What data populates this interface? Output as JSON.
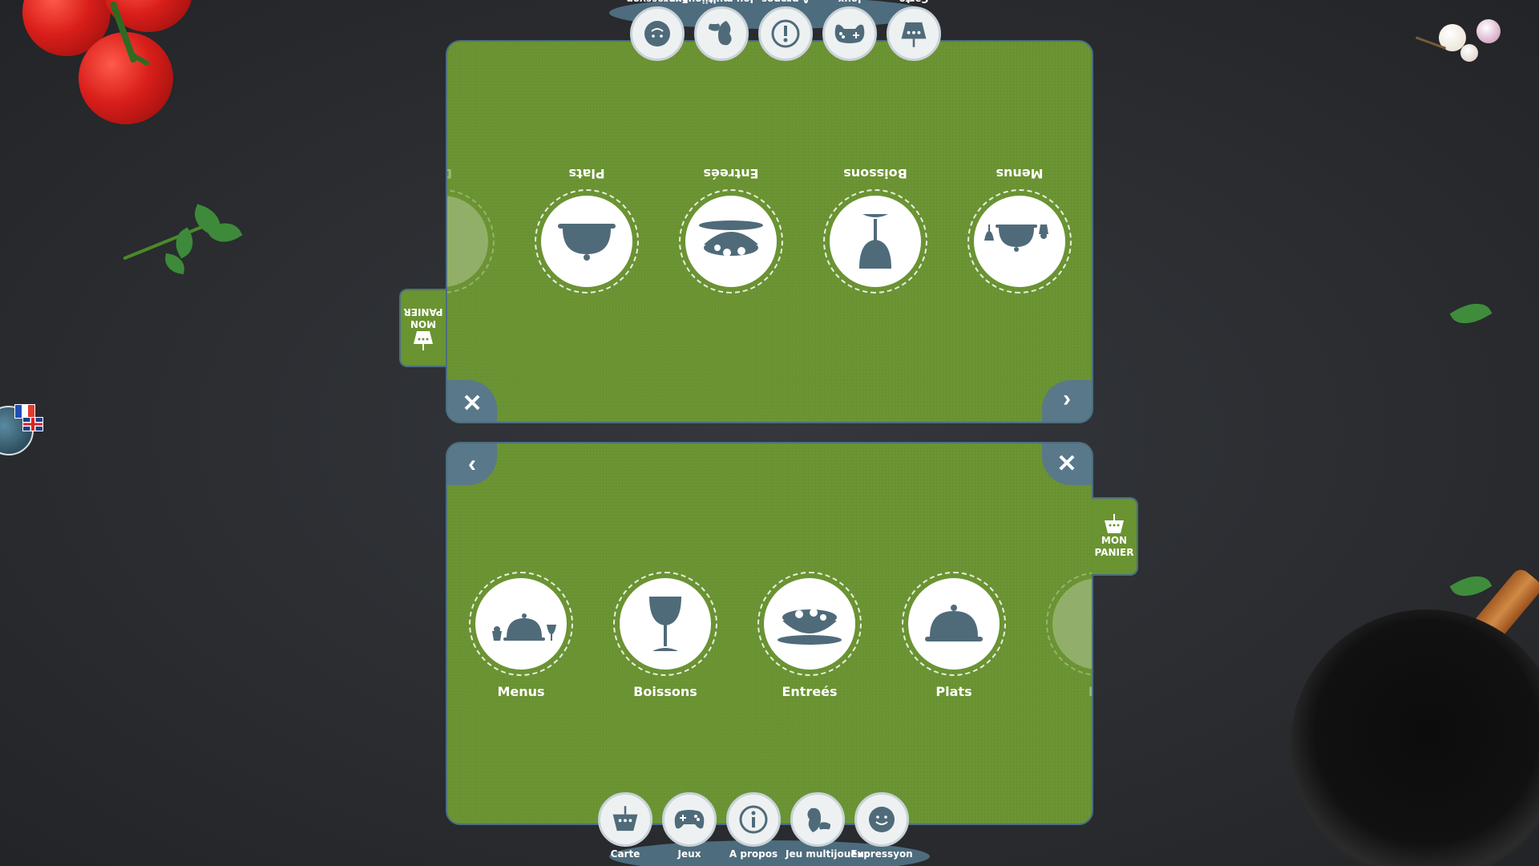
{
  "nav": {
    "items": [
      {
        "label": "Carte",
        "icon": "basket-icon"
      },
      {
        "label": "Jeux",
        "icon": "gamepad-icon"
      },
      {
        "label": "A propos",
        "icon": "info-icon"
      },
      {
        "label": "Jeu multijoueur",
        "icon": "multiplayer-icon"
      },
      {
        "label": "Expressyon",
        "icon": "smiley-icon"
      }
    ]
  },
  "panel": {
    "categories": [
      {
        "label": "Menus",
        "icon": "menus-icon"
      },
      {
        "label": "Boissons",
        "icon": "wine-glass-icon"
      },
      {
        "label": "Entreés",
        "icon": "salad-bowl-icon"
      },
      {
        "label": "Plats",
        "icon": "cloche-icon"
      },
      {
        "label": "De"
      }
    ],
    "close_symbol": "✕",
    "prev_symbol": "‹",
    "next_symbol": "›"
  },
  "basket": {
    "line1": "MON",
    "line2": "PANIER"
  },
  "colors": {
    "panel_green": "#6a9332",
    "accent_slate": "#59788a",
    "icon_slate": "#4f6b7a",
    "background": "#2a2c30"
  }
}
